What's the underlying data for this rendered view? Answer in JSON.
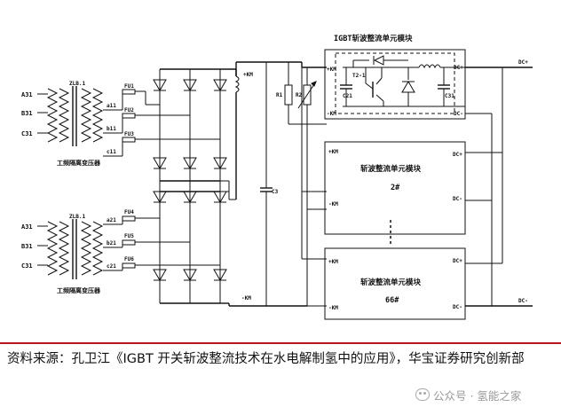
{
  "diagram": {
    "module_title": "IGBT斩波整流单元模块",
    "module_2_name": "斩波整流单元模块",
    "module_2_index": "2#",
    "module_66_name": "斩波整流单元模块",
    "module_66_index": "66#",
    "transformer_label": "工频隔离变压器",
    "labels": {
      "a31": "A31",
      "b31": "B31",
      "c31": "C31",
      "zlb": "ZLB.1",
      "a11": "a11",
      "b11": "b11",
      "c11": "c11",
      "a21": "a21",
      "b21": "b21",
      "c21": "c21",
      "fu1": "FU1",
      "fu2": "FU2",
      "fu3": "FU3",
      "fu4": "FU4",
      "fu5": "FU5",
      "fu6": "FU6",
      "plus_km": "+KM",
      "minus_km": "-KM",
      "r1": "R1",
      "r2": "R2",
      "c3": "C3",
      "t2": "T2-1",
      "c21_cap": "C21",
      "c31_cap": "C31",
      "dc_plus": "DC+",
      "dc_minus": "DC-"
    }
  },
  "source": {
    "text": "资料来源：孔卫江《IGBT 开关斩波整流技术在水电解制氢中的应用》，华宝证券研究创新部"
  },
  "watermark": {
    "text": "公众号 · 氢能之家"
  }
}
